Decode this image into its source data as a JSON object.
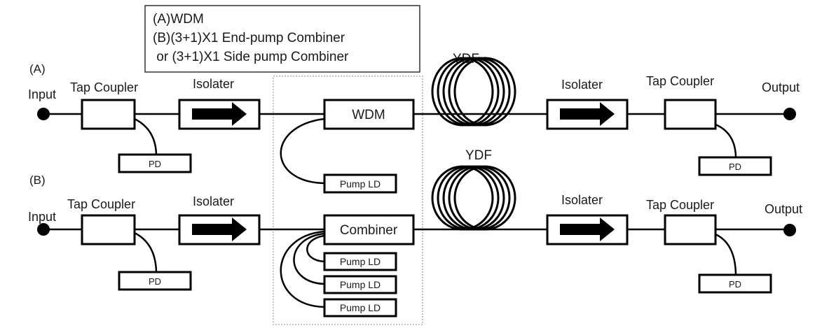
{
  "legend": {
    "lines": [
      "(A)WDM",
      "(B)(3+1)X1 End-pump Combiner",
      " or (3+1)X1 Side pump Combiner"
    ]
  },
  "colors": {
    "stroke": "#000000",
    "text": "#1a1a1a",
    "dashed_box": "#888888",
    "background": "#ffffff"
  },
  "rows": [
    {
      "label": "(A)",
      "input_label": "Input",
      "tap_coupler_left_label": "Tap Coupler",
      "pd_left_label": "PD",
      "isolator_left_label": "Isolater",
      "pump_element_label": "WDM",
      "pump_ld_labels": [
        "Pump LD"
      ],
      "gain_fiber_label": "YDF",
      "isolator_right_label": "Isolater",
      "tap_coupler_right_label": "Tap Coupler",
      "pd_right_label": "PD",
      "output_label": "Output"
    },
    {
      "label": "(B)",
      "input_label": "Input",
      "tap_coupler_left_label": "Tap Coupler",
      "pd_left_label": "PD",
      "isolator_left_label": "Isolater",
      "pump_element_label": "Combiner",
      "pump_ld_labels": [
        "Pump LD",
        "Pump LD",
        "Pump LD"
      ],
      "gain_fiber_label": "YDF",
      "isolator_right_label": "Isolater",
      "tap_coupler_right_label": "Tap Coupler",
      "pd_right_label": "PD",
      "output_label": "Output"
    }
  ]
}
